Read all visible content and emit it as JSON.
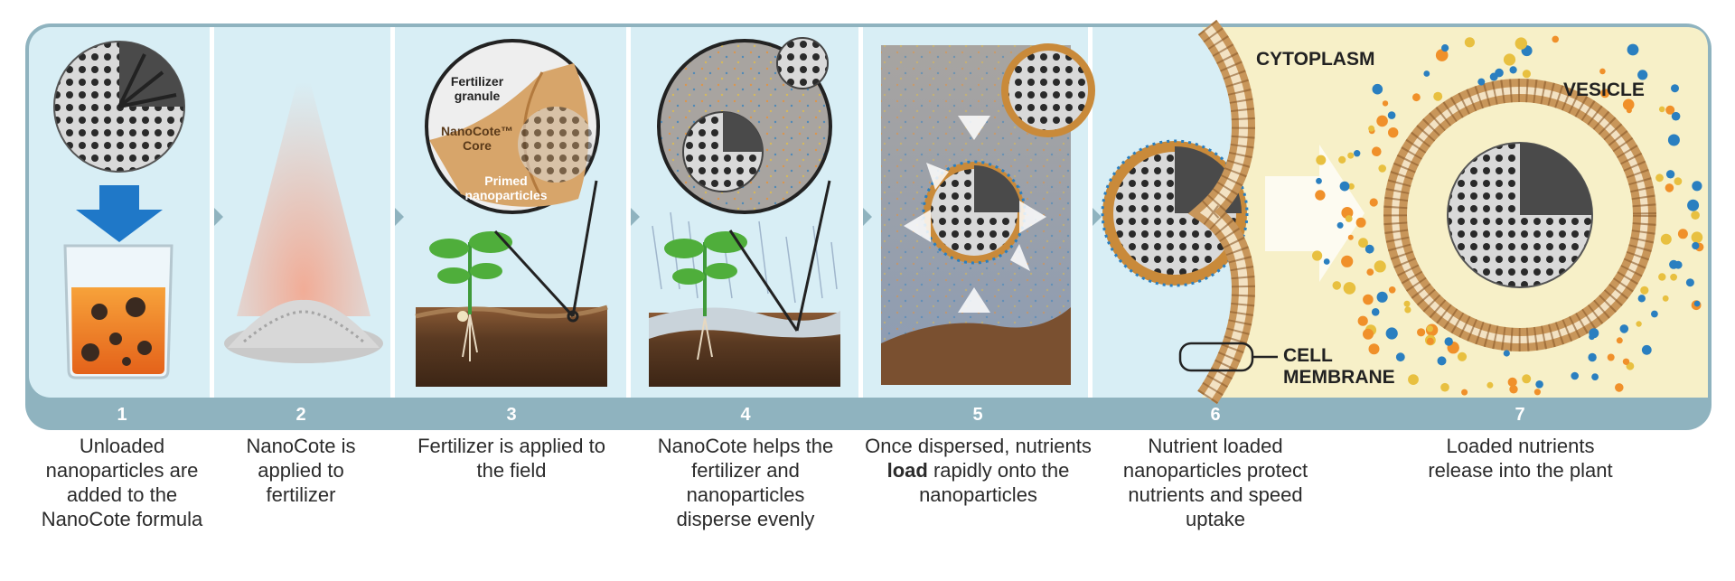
{
  "steps": [
    {
      "number": "1",
      "caption": "Unloaded nanoparticles are added to the NanoCote formula"
    },
    {
      "number": "2",
      "caption": "NanoCote is applied to fertilizer"
    },
    {
      "number": "3",
      "caption": "Fertilizer is applied to the field"
    },
    {
      "number": "4",
      "caption": "NanoCote helps the fertilizer and nanoparticles disperse evenly"
    },
    {
      "number": "5",
      "caption_pre": "Once dispersed, nutrients ",
      "caption_bold": "load",
      "caption_post": " rapidly onto the nanoparticles"
    },
    {
      "number": "6",
      "caption": "Nutrient loaded nanoparticles protect nutrients and speed uptake"
    },
    {
      "number": "7",
      "caption": "Loaded nutrients release into the plant"
    }
  ],
  "labels": {
    "fertilizer_granule": "Fertilizer granule",
    "nanocote_core": "NanoCote™ Core",
    "primed_nanoparticles": "Primed nanoparticles",
    "cytoplasm": "CYTOPLASM",
    "vesicle": "VESICLE",
    "cell_membrane": "CELL MEMBRANE"
  },
  "colors": {
    "frame": "#8fb3bf",
    "panel": "#d8eef5",
    "cytoplasm": "#f7f0c8",
    "soil": "#5a3a22",
    "membrane": "#c8965a",
    "nanoparticle": "#6b6b6b",
    "orange": "#f0902a",
    "blue_dot": "#2a7fc0"
  }
}
